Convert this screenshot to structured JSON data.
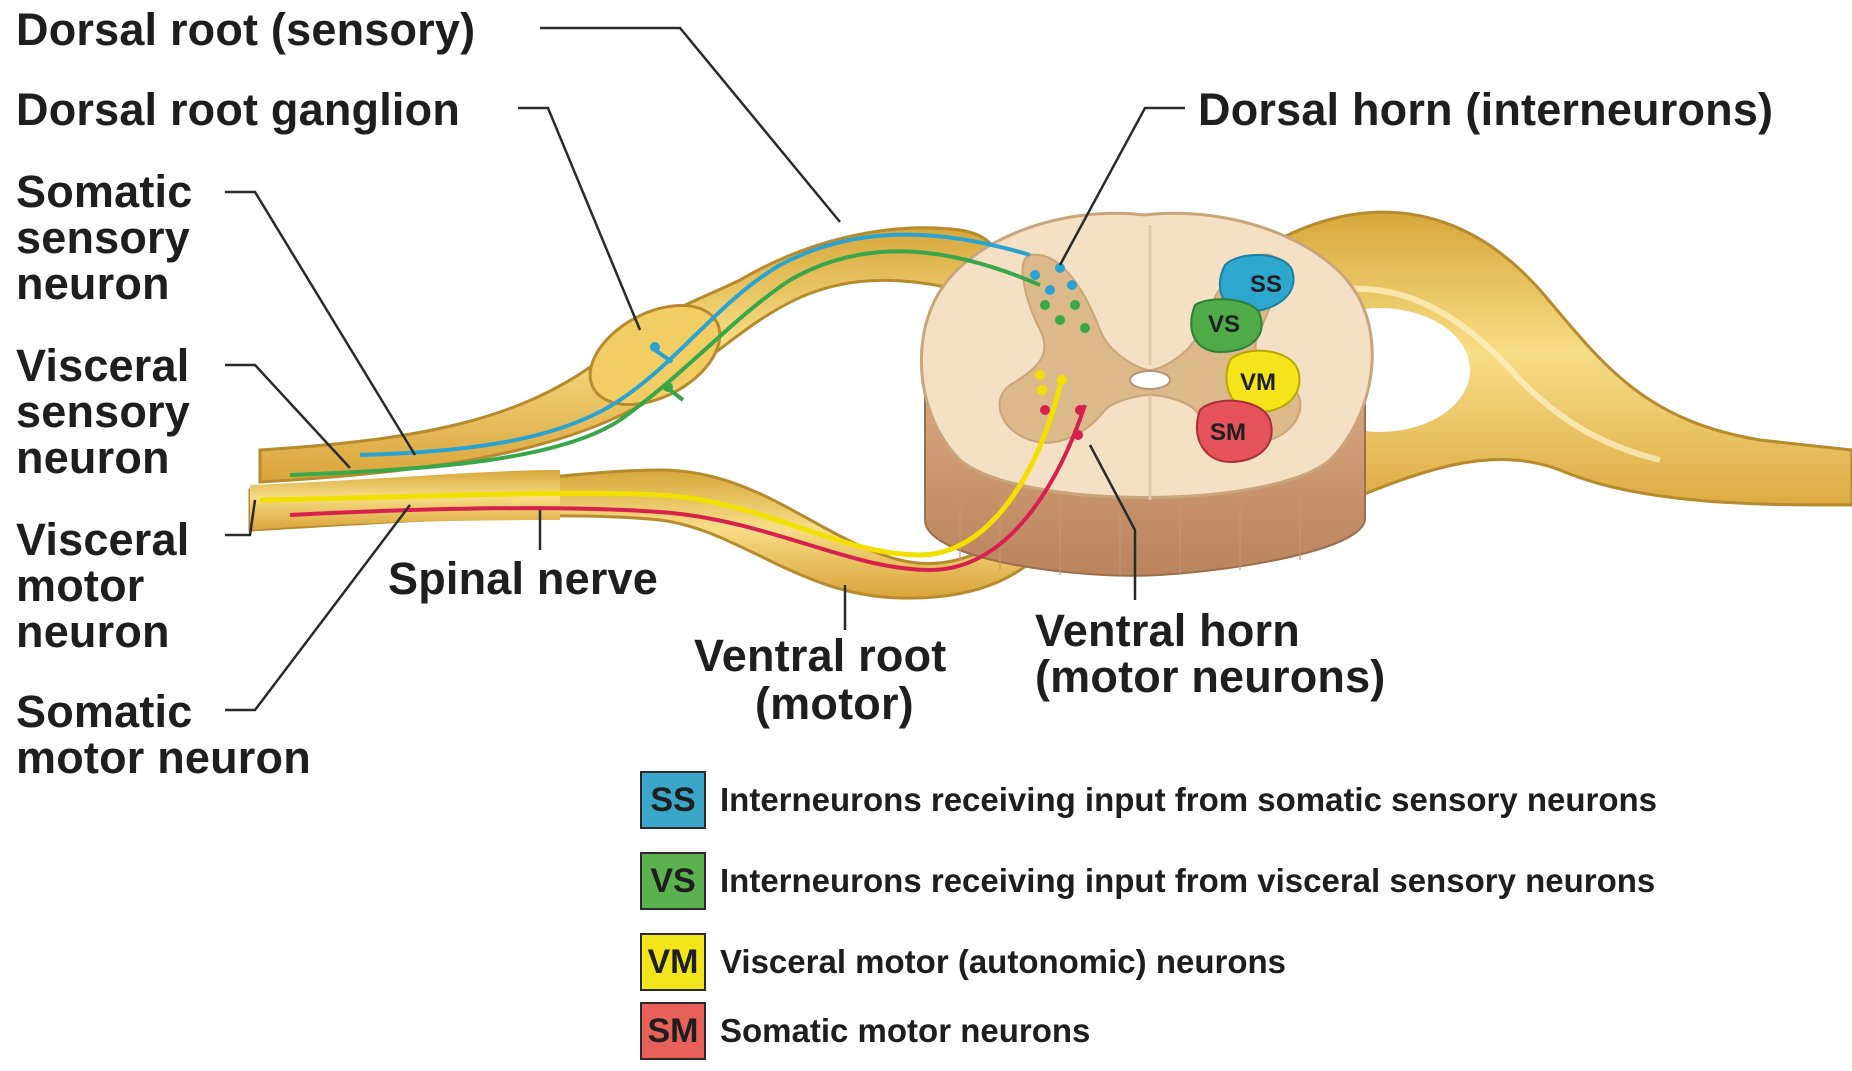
{
  "labels": {
    "dorsal_root": "Dorsal root (sensory)",
    "dorsal_root_ganglion": "Dorsal root ganglion",
    "somatic_sensory": [
      "Somatic",
      "sensory",
      "neuron"
    ],
    "visceral_sensory": [
      "Visceral",
      "sensory",
      "neuron"
    ],
    "visceral_motor": [
      "Visceral",
      "motor",
      "neuron"
    ],
    "somatic_motor": [
      "Somatic",
      "motor neuron"
    ],
    "spinal_nerve": "Spinal nerve",
    "ventral_root": [
      "Ventral root",
      "(motor)"
    ],
    "ventral_horn": [
      "Ventral horn",
      "(motor neurons)"
    ],
    "dorsal_horn": "Dorsal horn (interneurons)"
  },
  "zones": {
    "ss": "SS",
    "vs": "VS",
    "vm": "VM",
    "sm": "SM"
  },
  "legend": [
    {
      "code": "SS",
      "text": "Interneurons receiving input from somatic sensory neurons",
      "color": "#3aa6c8"
    },
    {
      "code": "VS",
      "text": "Interneurons receiving input from visceral sensory neurons",
      "color": "#5bb04f"
    },
    {
      "code": "VM",
      "text": "Visceral motor (autonomic) neurons",
      "color": "#f3e51c"
    },
    {
      "code": "SM",
      "text": "Somatic motor neurons",
      "color": "#e8605a"
    }
  ],
  "colors": {
    "somatic_sensory": "#2aa3d1",
    "visceral_sensory": "#3aa64a",
    "visceral_motor": "#f2e100",
    "somatic_motor": "#d8204e",
    "nerve": "#f2cf6e",
    "cord": "#f4e0c4",
    "gray_matter": "#dcb98a"
  }
}
